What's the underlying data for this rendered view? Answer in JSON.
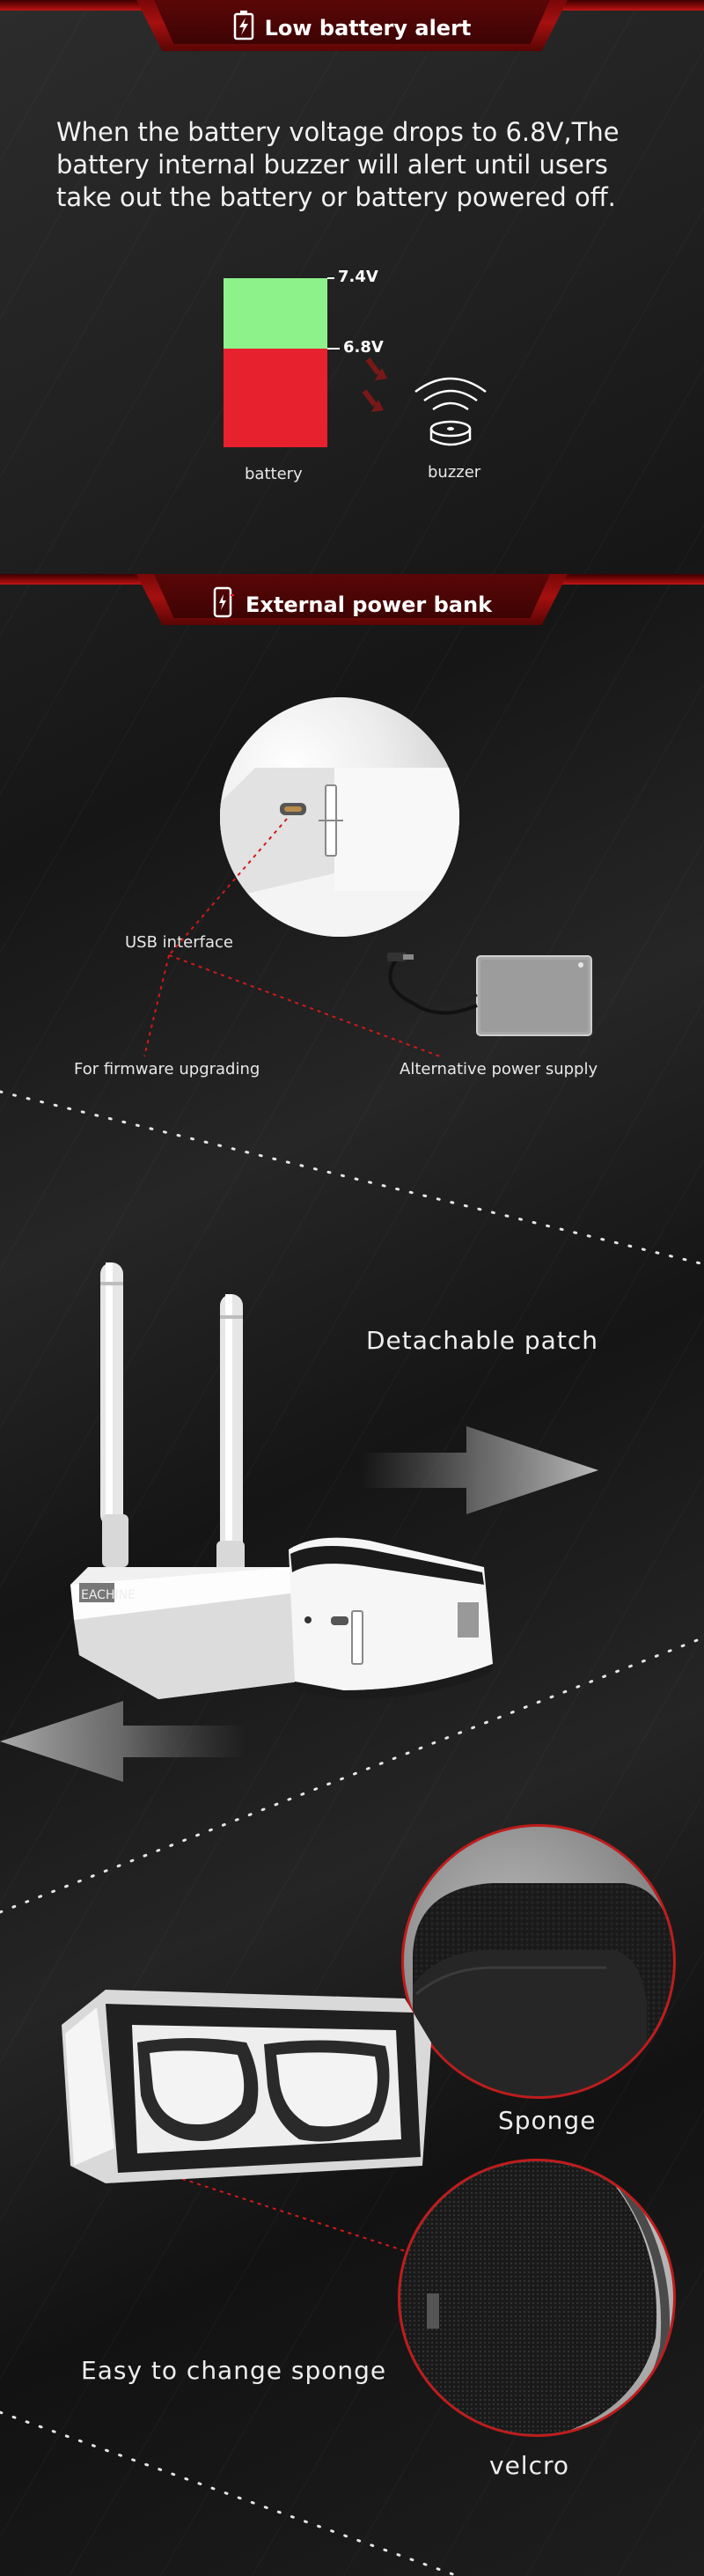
{
  "sections": {
    "low_battery": {
      "title": "Low battery alert",
      "icon": "battery-bolt-icon",
      "description": "When the battery voltage drops to 6.8V,The battery internal buzzer will alert until users take out the battery or battery powered off.",
      "voltage_high": "7.4V",
      "voltage_low": "6.8V",
      "battery_label": "battery",
      "buzzer_label": "buzzer",
      "colors": {
        "full": "#8ef28a",
        "low": "#e8212e"
      }
    },
    "power_bank": {
      "title": "External power bank",
      "icon": "phone-charge-icon",
      "usb_label": "USB interface",
      "firmware_label": "For firmware upgrading",
      "power_label": "Alternative power supply"
    },
    "patch": {
      "label": "Detachable patch",
      "brand": "EACHINE"
    },
    "sponge": {
      "sponge_label": "Sponge",
      "easy_label": "Easy to change sponge",
      "velcro_label": "velcro"
    }
  },
  "colors": {
    "accent_red": "#b01010",
    "dotted_line": "#d11a1a",
    "text": "#ffffff"
  }
}
